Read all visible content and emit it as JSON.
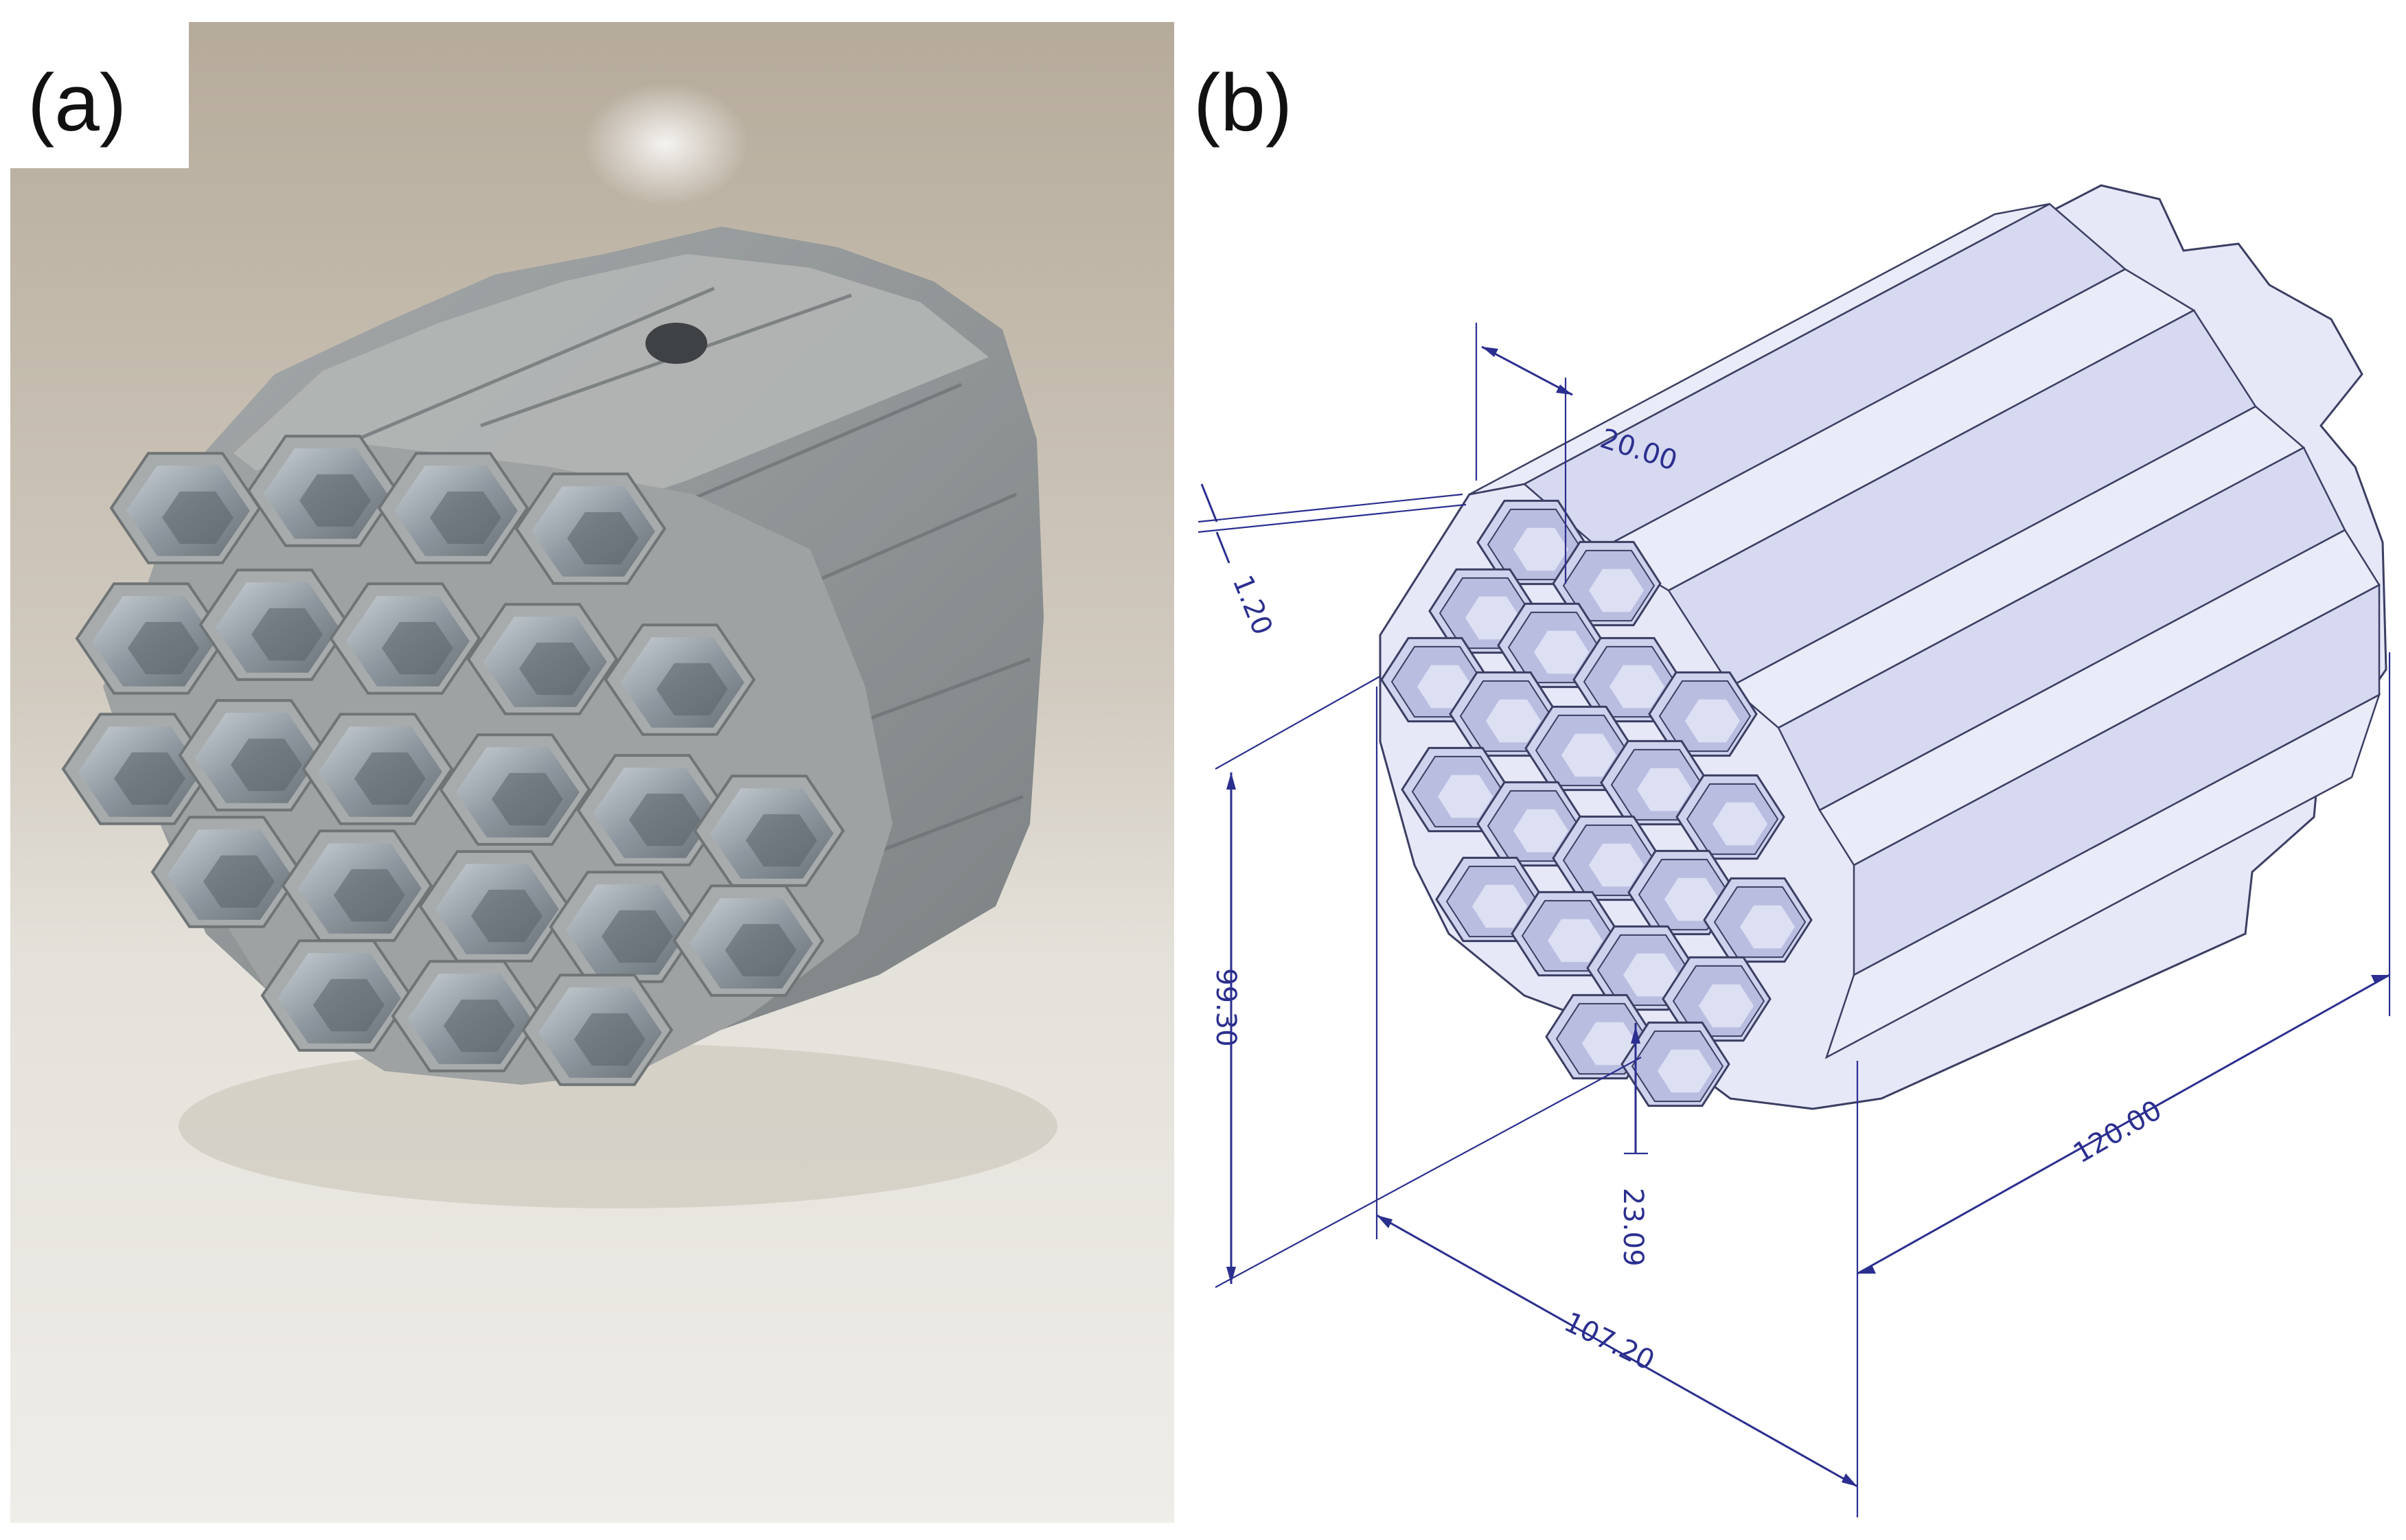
{
  "panels": {
    "a": {
      "label": "(a)"
    },
    "b": {
      "label": "(b)"
    }
  },
  "dimensions": {
    "cell_width": "20.00",
    "wall_thickness": "1.20",
    "height": "99.30",
    "inner_spacing": "23.09",
    "width": "107.20",
    "length": "120.00"
  },
  "colors": {
    "dimension": "#2b2f8f",
    "cad_face_light": "#e6e8f8",
    "cad_face_mid": "#cdd0ec",
    "cad_face_dark": "#a9adcf",
    "cad_edge": "#3c3f63",
    "metal_light": "#b9bcbd",
    "metal_mid": "#8f9496",
    "metal_dark": "#5e6365",
    "background_wall": "#bdb3a4",
    "background_floor": "#e4e1da"
  }
}
